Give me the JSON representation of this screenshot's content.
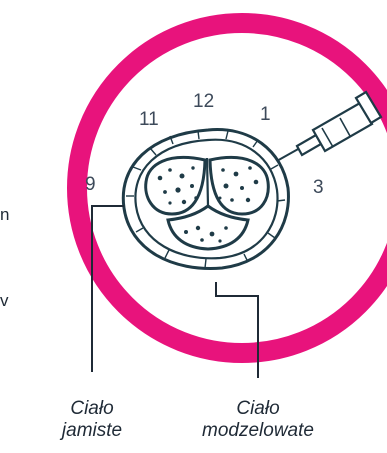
{
  "clock": {
    "n12": "12",
    "n11": "11",
    "n1": "1",
    "n9": "9",
    "n3": "3"
  },
  "left_fragments": {
    "line1": "n",
    "line2": "v"
  },
  "labels": {
    "corpus_cavernosum": [
      "Ciało",
      "jamiste"
    ],
    "corpus_spongiosum": [
      "Ciało",
      "modzelowate"
    ]
  },
  "colors": {
    "ring": "#e8137c",
    "ink": "#1f3b47",
    "tissue_fill": "#ffffff",
    "text": "#1f2a36",
    "clock_text": "#3d4a5a"
  },
  "icons": {
    "syringe": "needle-syringe-icon"
  }
}
